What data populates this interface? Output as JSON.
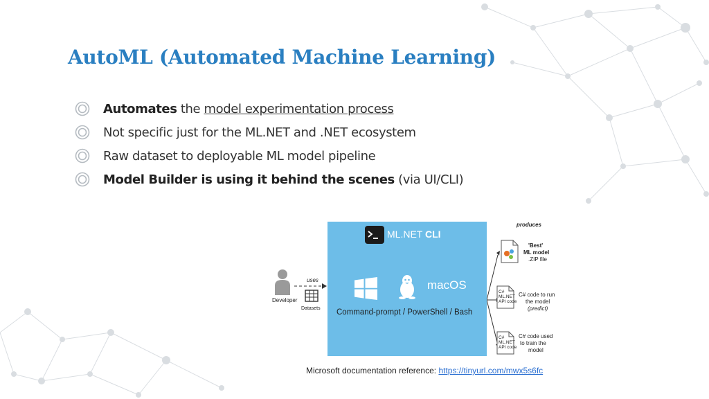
{
  "slide": {
    "title": "AutoML (Automated Machine Learning)",
    "accent_color": "#2a7fc1",
    "bullet_icon": "target-ring-icon"
  },
  "bullets": [
    {
      "bold": "Automates",
      "text": " the ",
      "underlined": "model experimentation process",
      "tail": ""
    },
    {
      "bold": "",
      "text": "Not specific just for the ML.NET and .NET ecosystem",
      "underlined": "",
      "tail": ""
    },
    {
      "bold": "",
      "text": "Raw dataset to deployable ML model pipeline",
      "underlined": "",
      "tail": ""
    },
    {
      "bold": "Model Builder is using it behind the scenes",
      "text": " (via UI/CLI)",
      "underlined": "",
      "tail": ""
    }
  ],
  "diagram": {
    "box_color": "#6dbde8",
    "cli_title": "ML.NET",
    "cli_title_bold": "CLI",
    "os_label": "macOS",
    "shell_label": "Command-prompt / PowerShell / Bash",
    "developer_label": "Developer",
    "uses_label": "uses",
    "dataset_label": "Datasets",
    "produces_label": "produces",
    "outputs": [
      {
        "line1": "'Best'",
        "line2": "ML model",
        "line3": ".ZIP file"
      },
      {
        "line1": "C# code to run",
        "line2": "the model",
        "line3": "(predict)"
      },
      {
        "line1": "C# code used",
        "line2": "to train the",
        "line3": "model"
      }
    ],
    "file_labels": [
      {
        "line1": "C#",
        "line2": "ML.NET",
        "line3": "API code"
      },
      {
        "line1": "C#",
        "line2": "ML.NET",
        "line3": "API code"
      }
    ]
  },
  "reference": {
    "prefix": "Microsoft documentation reference: ",
    "link_text": "https://tinyurl.com/mwx5s6fc"
  }
}
